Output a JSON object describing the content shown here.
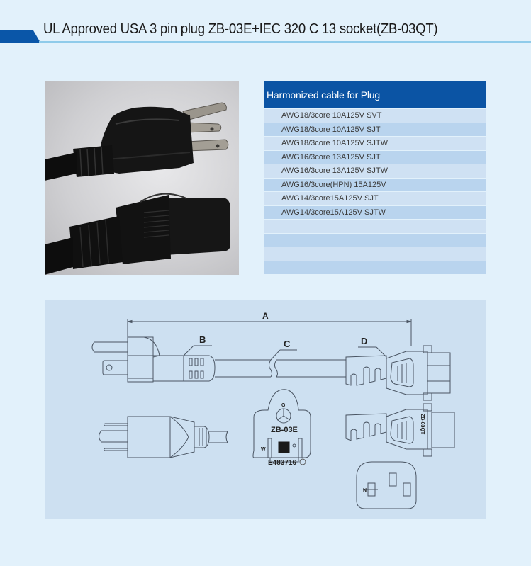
{
  "header": {
    "title": "UL Approved USA 3 pin plug ZB-03E+IEC 320 C 13 socket(ZB-03QT)",
    "accent_color": "#0a56a8",
    "underline_color": "#8fcbea"
  },
  "photo": {
    "description": "Photo of black USA 3-pin plug and IEC C13 connector"
  },
  "spec_table": {
    "header": "Harmonized cable for Plug",
    "header_color": "#0b54a4",
    "rows": [
      "AWG18/3core 10A125V SVT",
      "AWG18/3core 10A125V SJT",
      "AWG18/3core 10A125V SJTW",
      "AWG16/3core 13A125V SJT",
      "AWG16/3core 13A125V SJTW",
      "AWG16/3core(HPN) 15A125V",
      "AWG14/3core15A125V SJT",
      "AWG14/3core15A125V SJTW",
      "",
      "",
      "",
      ""
    ]
  },
  "diagram": {
    "labels": {
      "a": "A",
      "b": "B",
      "c": "C",
      "d": "D",
      "ground": "G",
      "white": "W",
      "neutral": "N",
      "plug_model": "ZB-03E",
      "cert_number": "E483716",
      "socket_model": "ZB-03QT"
    }
  }
}
